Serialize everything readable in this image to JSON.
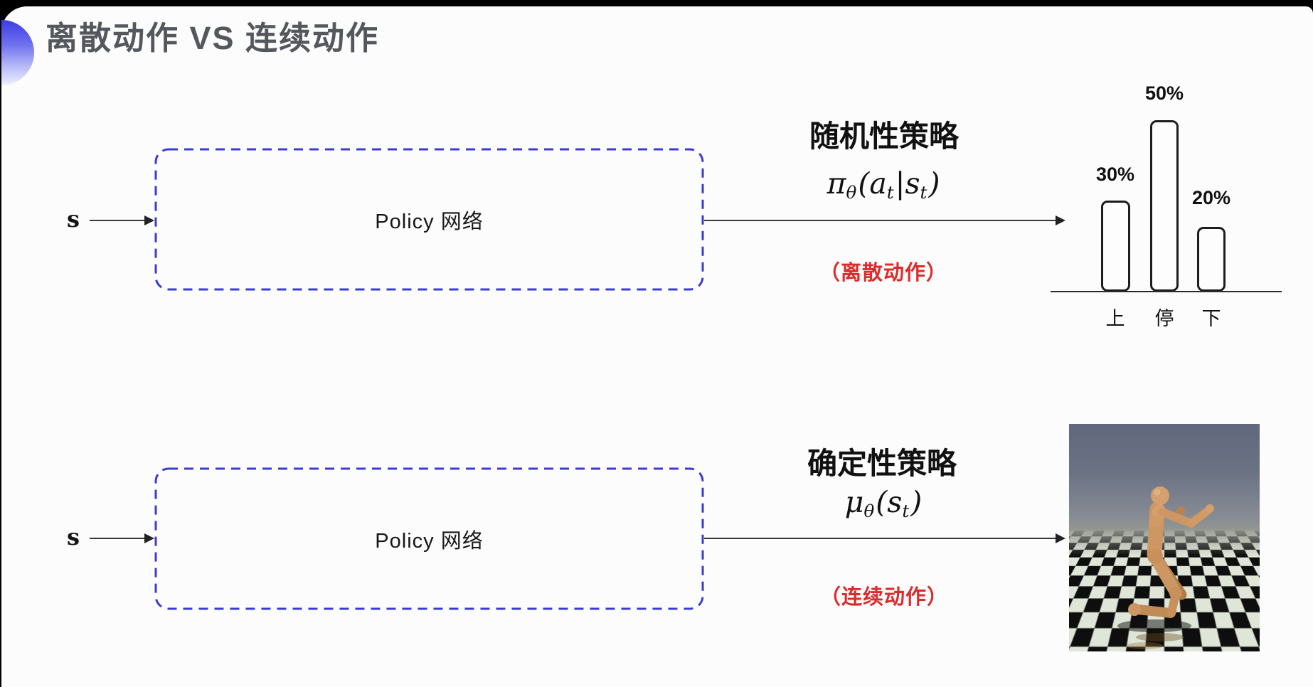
{
  "title": "离散动作 VS 连续动作",
  "top_row": {
    "input_label": "s",
    "box_label": "Policy 网络",
    "policy_title": "随机性策略",
    "formula": {
      "lead": "π",
      "lead_sub": "θ",
      "open": "(",
      "arg1": "a",
      "arg1_sub": "t",
      "sep": "|",
      "arg2": "s",
      "arg2_sub": "t",
      "close": ")"
    },
    "action_note": "（离散动作）",
    "chart": {
      "type": "bar",
      "categories": [
        "上",
        "停",
        "下"
      ],
      "values": [
        30,
        50,
        20
      ],
      "value_labels": [
        "30%",
        "50%",
        "20%"
      ],
      "legend": "none",
      "grid": "off"
    }
  },
  "bottom_row": {
    "input_label": "s",
    "box_label": "Policy 网络",
    "policy_title": "确定性策略",
    "formula": {
      "lead": "μ",
      "lead_sub": "θ",
      "open": "(",
      "arg1": "s",
      "arg1_sub": "t",
      "close": ")"
    },
    "action_note": "（连续动作）"
  },
  "images": {
    "humanoid_panel": "mujoco-humanoid-on-checkerboard-floor"
  },
  "colors": {
    "box_dash_blue": "#3b3bd3",
    "note_red": "#dd2b2b",
    "title_gray": "#54575c",
    "arrow_dark": "#2a2a2a",
    "bar_outline": "#1d1d1d"
  }
}
